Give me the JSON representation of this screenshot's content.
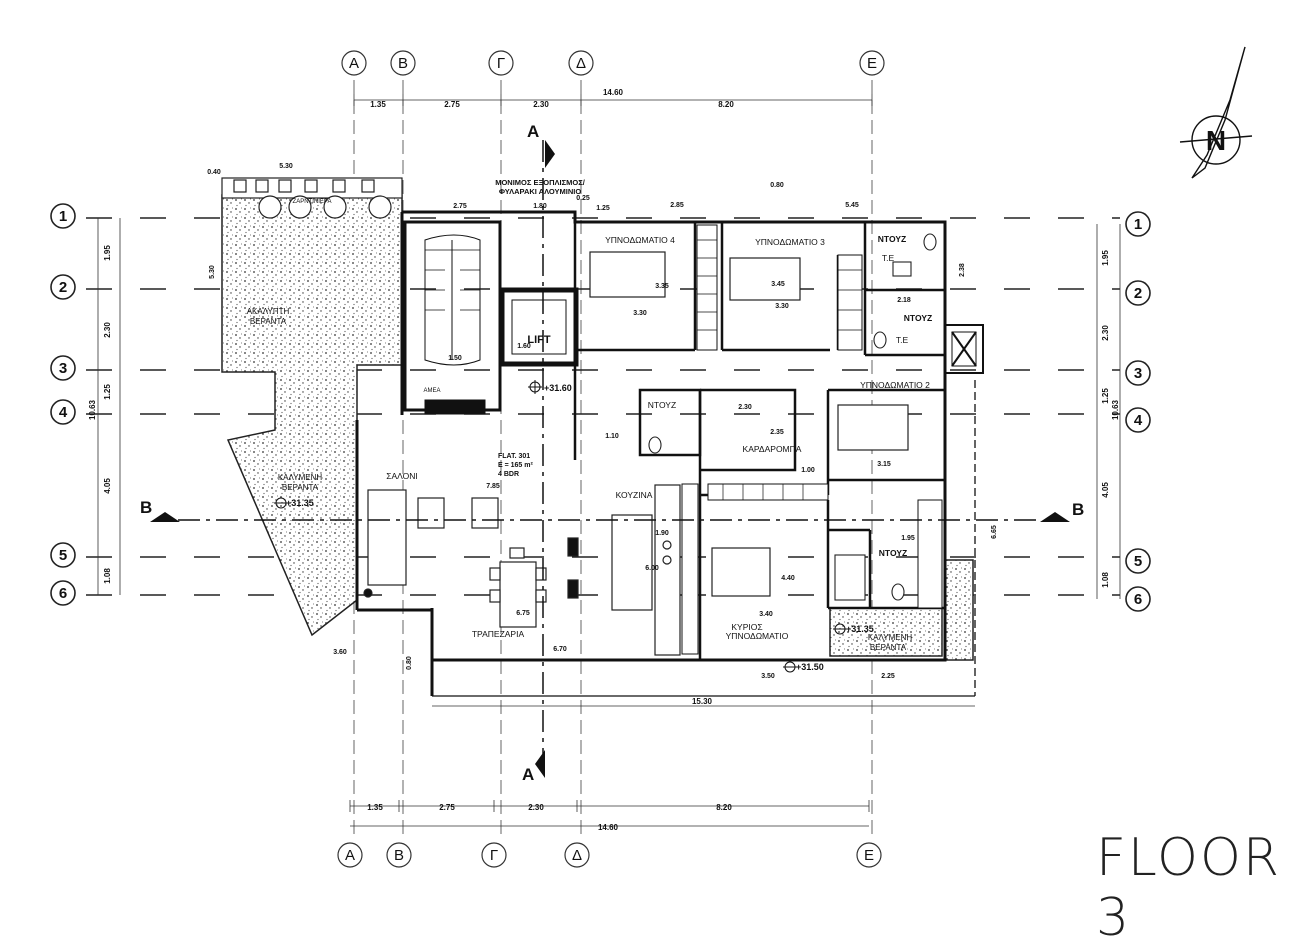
{
  "title": "FLOOR 3",
  "columns": [
    "Α",
    "Β",
    "Γ",
    "Δ",
    "Ε"
  ],
  "rows": [
    "1",
    "2",
    "3",
    "4",
    "5",
    "6"
  ],
  "dims_top": {
    "segments": [
      "1.35",
      "2.75",
      "2.30",
      "8.20"
    ],
    "total": "14.60"
  },
  "dims_bottom": {
    "segments": [
      "1.35",
      "2.75",
      "2.30",
      "8.20"
    ],
    "total": "14.60"
  },
  "dims_left": {
    "segments": [
      "1.95",
      "2.30",
      "1.25",
      "4.05",
      "1.08"
    ],
    "total": "10.63"
  },
  "dims_right": {
    "segments": [
      "1.95",
      "2.30",
      "1.25",
      "4.05",
      "1.08"
    ],
    "total": "10.63"
  },
  "section_marks": {
    "a": "A",
    "b": "B"
  },
  "rooms": {
    "bedroom4": "ΥΠΝΟΔΩΜΑΤΙΟ 4",
    "bedroom3": "ΥΠΝΟΔΩΜΑΤΙΟ 3",
    "bedroom2": "ΥΠΝΟΔΩΜΑΤΙΟ 2",
    "master_line1": "ΚΥΡΙΟΣ",
    "master_line2": "ΥΠΝΟΔΩΜΑΤΙΟ",
    "shower1": "ΝΤΟΥΖ",
    "shower2": "ΝΤΟΥΖ",
    "shower3": "ΝΤΟΥΖ",
    "shower4": "ΝΤΟΥΖ",
    "te1": "Τ.Ε",
    "te2": "Τ.Ε",
    "wardrobe": "ΚΑΡΔΑΡΟΜΠΑ",
    "kitchen": "ΚΟΥΖΙΝΑ",
    "living": "ΣΑΛΟΝΙ",
    "dining": "ΤΡΑΠΕΖΑΡΙΑ",
    "lift": "LIFT",
    "ameα": "ΑΜΕΑ",
    "storage_line1": "ΜΟΝΙΜΟΣ ΕΞΟΠΛΙΣΜΟΣ/",
    "storage_line2": "ΦΥΛΑΡΑΚΙ ΑΛΟΥΜΙΝΙΟ",
    "veranda_open_line1": "ΑΚΑΛΥΠΤΗ",
    "veranda_open_line2": "ΒΕΡΑΝΤΑ",
    "veranda_covered_line1": "ΚΑΛΥΜΕΝΗ",
    "veranda_covered_line2": "ΒΕΡΑΝΤΑ",
    "veranda_covered2_line1": "ΚΑΛΥΜΕΝΗ",
    "veranda_covered2_line2": "ΒΕΡΑΝΤΑ",
    "planter": "ΖΑΡΝΤΙΝΙΕΡΑ"
  },
  "flat_info": {
    "line1": "FLAT. 301",
    "line2": "E = 165 m²",
    "line3": "4 BDR"
  },
  "levels": {
    "main": "+31.60",
    "veranda_left": "+31.35",
    "veranda_right": "+31.35",
    "terrace": "+31.50"
  },
  "dims_inner": {
    "d_275": "2.75",
    "d_180": "1.80",
    "d_025": "0.25",
    "d_125": "1.25",
    "d_285": "2.85",
    "d_545": "5.45",
    "d_080": "0.80",
    "d_530": "5.30",
    "d_040": "0.40",
    "d_330": "3.30",
    "d_330b": "3.30",
    "d_238": "2.38",
    "d_335": "3.35",
    "d_345": "3.45",
    "d_785": "7.85",
    "d_230": "2.30",
    "d_235": "2.35",
    "d_315": "3.15",
    "d_340": "3.40",
    "d_440": "4.40",
    "d_675": "6.75",
    "d_670": "6.70",
    "d_600": "6.00",
    "d_1530": "15.30",
    "d_360": "3.60",
    "d_350": "3.50",
    "d_225": "2.25",
    "d_665": "6.65",
    "d_100": "1.00",
    "d_190": "1.90",
    "d_195": "1.95",
    "d_218": "2.18",
    "d_110": "1.10",
    "d_150": "1.50",
    "d_160": "1.60"
  },
  "north_label": "N"
}
